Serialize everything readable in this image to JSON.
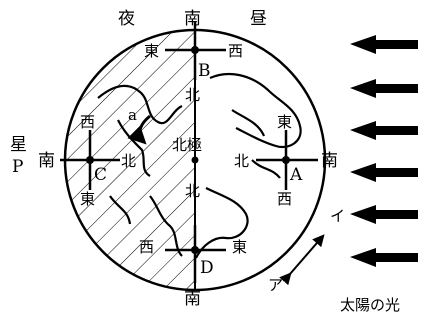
{
  "labels": {
    "night": "夜",
    "day": "昼",
    "south_top": "南",
    "south_bottom": "南",
    "south_right": "南",
    "south_left": "南",
    "star": "星",
    "star_p": "P",
    "north_pole": "北極",
    "sunlight": "太陽の光",
    "dir_a": "ア",
    "dir_i": "イ",
    "arrow_a": "a"
  },
  "point_b": {
    "letter": "B",
    "east": "東",
    "west": "西",
    "north": "北"
  },
  "point_a": {
    "letter": "A",
    "east": "東",
    "west": "西",
    "north": "北"
  },
  "point_c": {
    "letter": "C",
    "east": "東",
    "west": "西",
    "north": "北"
  },
  "point_d": {
    "letter": "D",
    "east": "東",
    "west": "西",
    "north": "北"
  }
}
